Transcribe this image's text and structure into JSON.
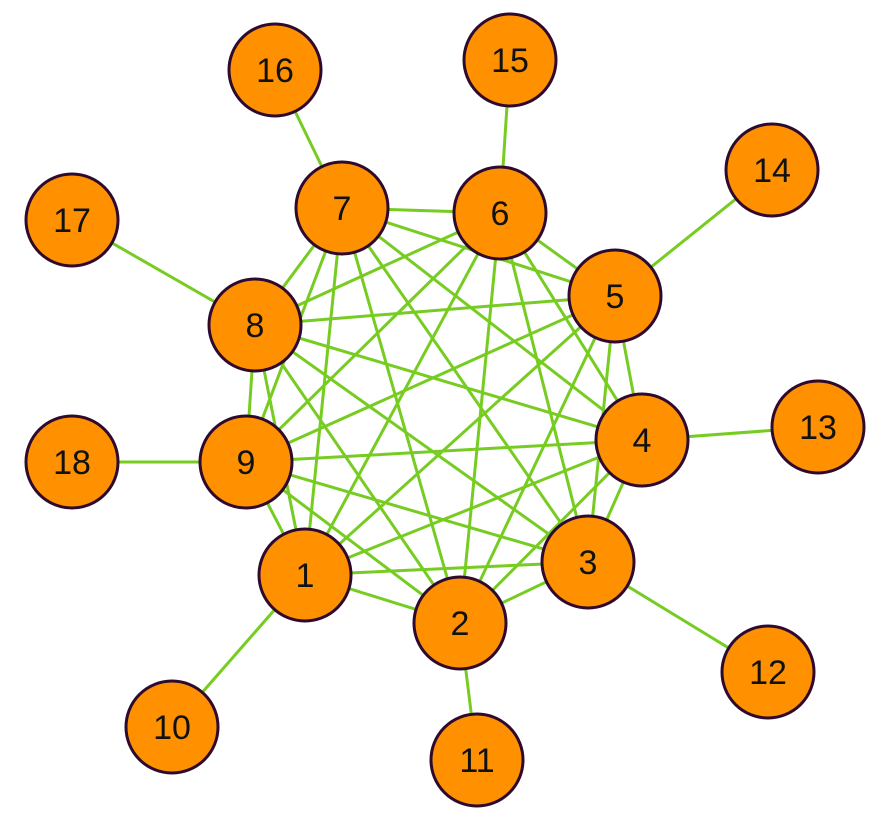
{
  "colors": {
    "node_fill": "#FF9100",
    "node_stroke": "#2E0A2E",
    "edge": "#77CC22",
    "label": "#111111"
  },
  "graph": {
    "nodes": [
      {
        "id": "1",
        "label": "1"
      },
      {
        "id": "2",
        "label": "2"
      },
      {
        "id": "3",
        "label": "3"
      },
      {
        "id": "4",
        "label": "4"
      },
      {
        "id": "5",
        "label": "5"
      },
      {
        "id": "6",
        "label": "6"
      },
      {
        "id": "7",
        "label": "7"
      },
      {
        "id": "8",
        "label": "8"
      },
      {
        "id": "9",
        "label": "9"
      },
      {
        "id": "10",
        "label": "10"
      },
      {
        "id": "11",
        "label": "11"
      },
      {
        "id": "12",
        "label": "12"
      },
      {
        "id": "13",
        "label": "13"
      },
      {
        "id": "14",
        "label": "14"
      },
      {
        "id": "15",
        "label": "15"
      },
      {
        "id": "16",
        "label": "16"
      },
      {
        "id": "17",
        "label": "17"
      },
      {
        "id": "18",
        "label": "18"
      }
    ],
    "edges": [
      [
        "1",
        "2"
      ],
      [
        "1",
        "3"
      ],
      [
        "1",
        "4"
      ],
      [
        "1",
        "5"
      ],
      [
        "1",
        "6"
      ],
      [
        "1",
        "7"
      ],
      [
        "1",
        "8"
      ],
      [
        "1",
        "9"
      ],
      [
        "2",
        "3"
      ],
      [
        "2",
        "4"
      ],
      [
        "2",
        "5"
      ],
      [
        "2",
        "6"
      ],
      [
        "2",
        "7"
      ],
      [
        "2",
        "8"
      ],
      [
        "2",
        "9"
      ],
      [
        "3",
        "4"
      ],
      [
        "3",
        "5"
      ],
      [
        "3",
        "6"
      ],
      [
        "3",
        "7"
      ],
      [
        "3",
        "8"
      ],
      [
        "3",
        "9"
      ],
      [
        "4",
        "5"
      ],
      [
        "4",
        "6"
      ],
      [
        "4",
        "7"
      ],
      [
        "4",
        "8"
      ],
      [
        "4",
        "9"
      ],
      [
        "5",
        "6"
      ],
      [
        "5",
        "7"
      ],
      [
        "5",
        "8"
      ],
      [
        "5",
        "9"
      ],
      [
        "6",
        "7"
      ],
      [
        "6",
        "8"
      ],
      [
        "6",
        "9"
      ],
      [
        "7",
        "8"
      ],
      [
        "7",
        "9"
      ],
      [
        "8",
        "9"
      ],
      [
        "1",
        "10"
      ],
      [
        "2",
        "11"
      ],
      [
        "3",
        "12"
      ],
      [
        "4",
        "13"
      ],
      [
        "5",
        "14"
      ],
      [
        "6",
        "15"
      ],
      [
        "7",
        "16"
      ],
      [
        "8",
        "17"
      ],
      [
        "9",
        "18"
      ]
    ]
  }
}
